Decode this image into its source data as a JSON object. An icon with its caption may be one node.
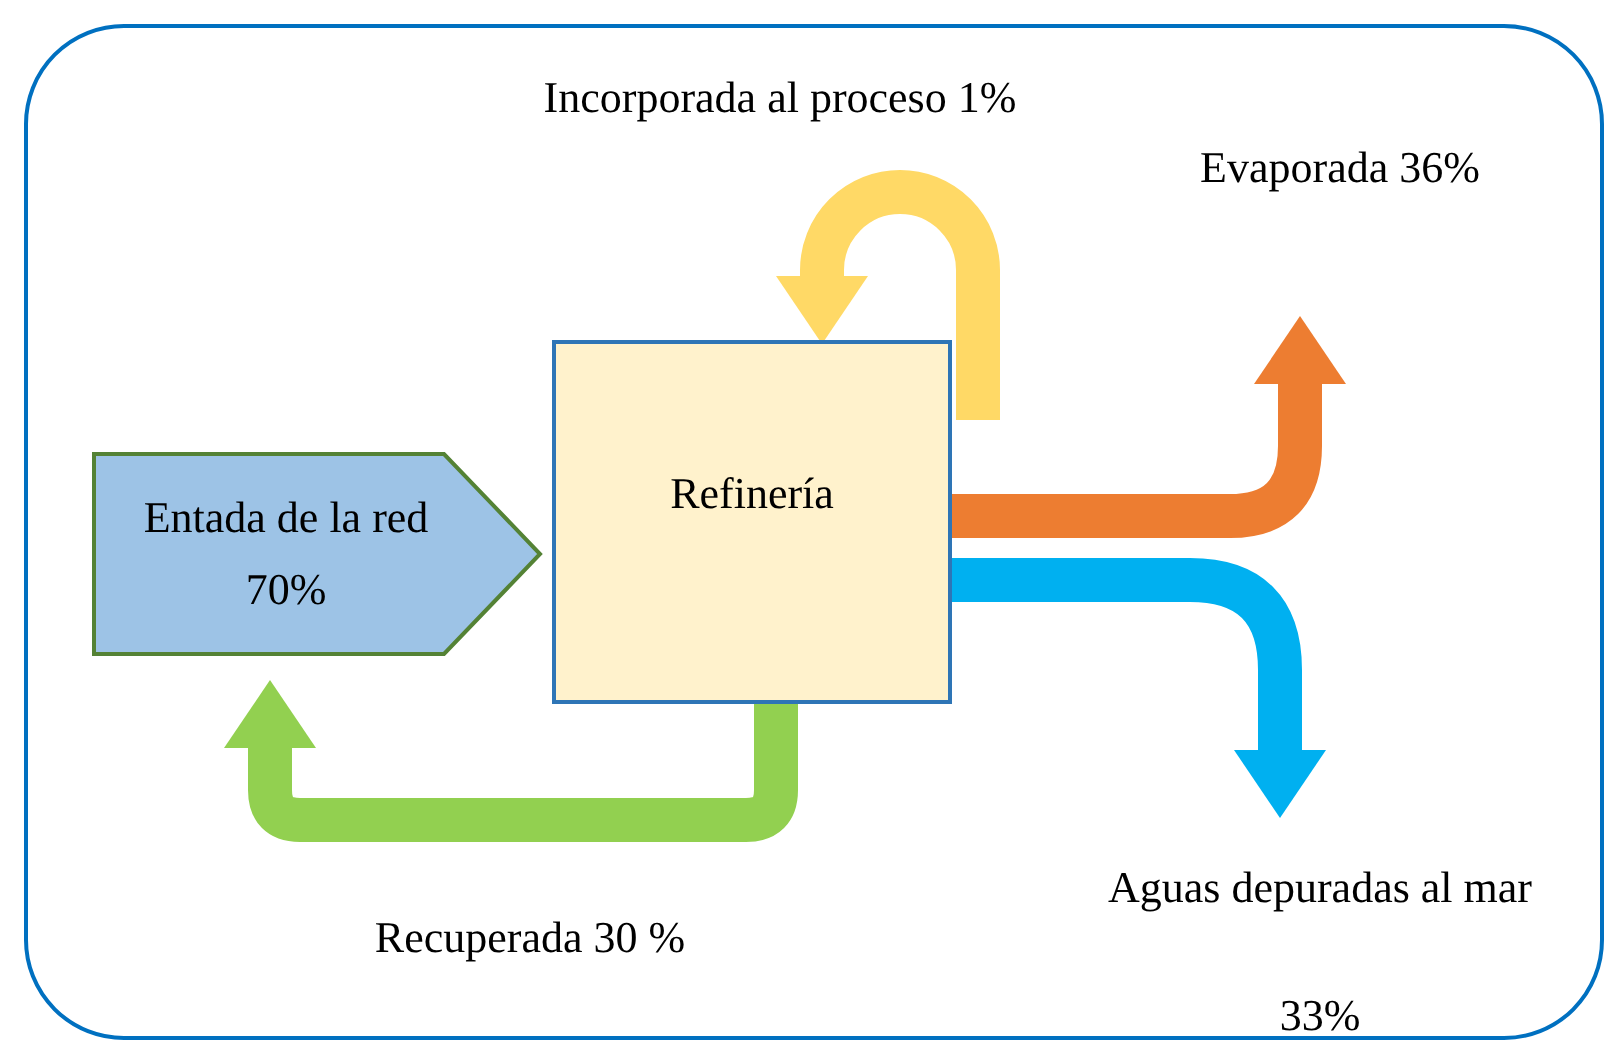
{
  "diagram": {
    "nodes": [
      {
        "text": [
          "Entada de la red 70%"
        ]
      },
      {
        "text": [
          "Refinería"
        ]
      },
      {
        "text": [
          "Evaporada 36%"
        ]
      },
      {
        "text": [
          "Aguas depuradas al mar",
          "33%"
        ]
      }
    ],
    "edges": [
      {
        "from": 1,
        "to": 1,
        "arrow": "to",
        "label": "Incorporada al proceso 1%",
        "color": "#ffd966"
      },
      {
        "from": 1,
        "to": 2,
        "arrow": "to",
        "color": "#ed7d31"
      },
      {
        "from": 1,
        "to": 3,
        "arrow": "to",
        "color": "#00b0f0"
      },
      {
        "from": 1,
        "to": 0,
        "arrow": "to",
        "label": "Recuperada 30 %",
        "color": "#92d050"
      }
    ]
  }
}
